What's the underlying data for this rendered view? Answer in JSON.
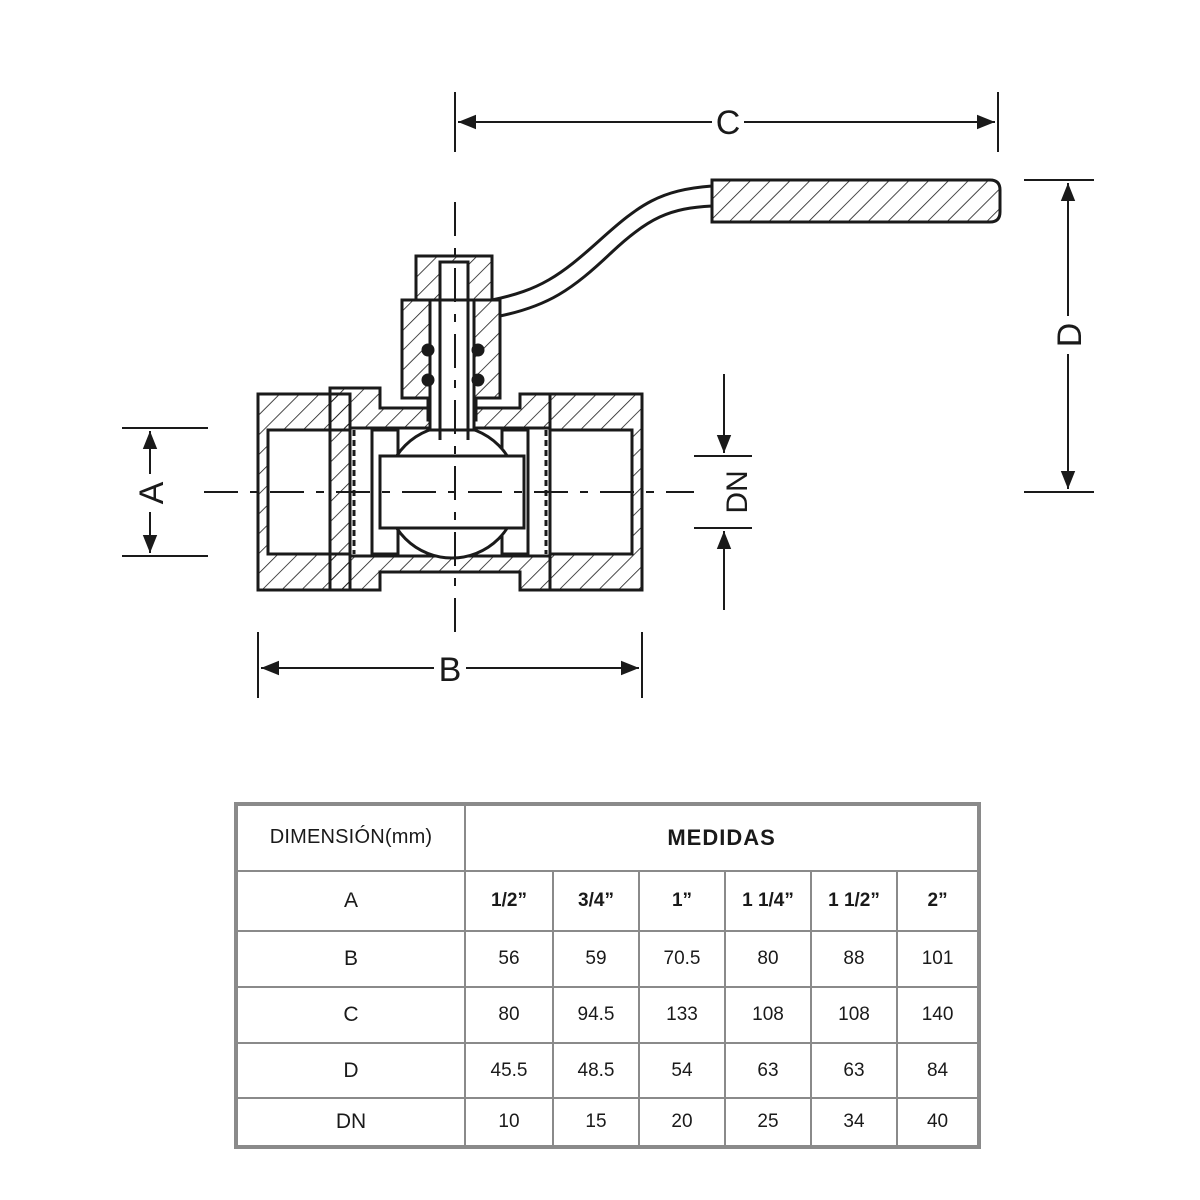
{
  "drawing": {
    "dimension_labels": {
      "a": "A",
      "b": "B",
      "c": "C",
      "d": "D",
      "dn": "DN"
    }
  },
  "table": {
    "header_dimension": "DIMENSIÓN(mm)",
    "header_measures": "MEDIDAS",
    "rows": [
      {
        "label": "A",
        "values": [
          "1/2”",
          "3/4”",
          "1”",
          "1 1/4”",
          "1 1/2”",
          "2”"
        ]
      },
      {
        "label": "B",
        "values": [
          "56",
          "59",
          "70.5",
          "80",
          "88",
          "101"
        ]
      },
      {
        "label": "C",
        "values": [
          "80",
          "94.5",
          "133",
          "108",
          "108",
          "140"
        ]
      },
      {
        "label": "D",
        "values": [
          "45.5",
          "48.5",
          "54",
          "63",
          "63",
          "84"
        ]
      },
      {
        "label": "DN",
        "values": [
          "10",
          "15",
          "20",
          "25",
          "34",
          "40"
        ]
      }
    ]
  },
  "colors": {
    "line": "#1a1a1a",
    "table_border": "#8a8a8a",
    "background": "#ffffff"
  }
}
